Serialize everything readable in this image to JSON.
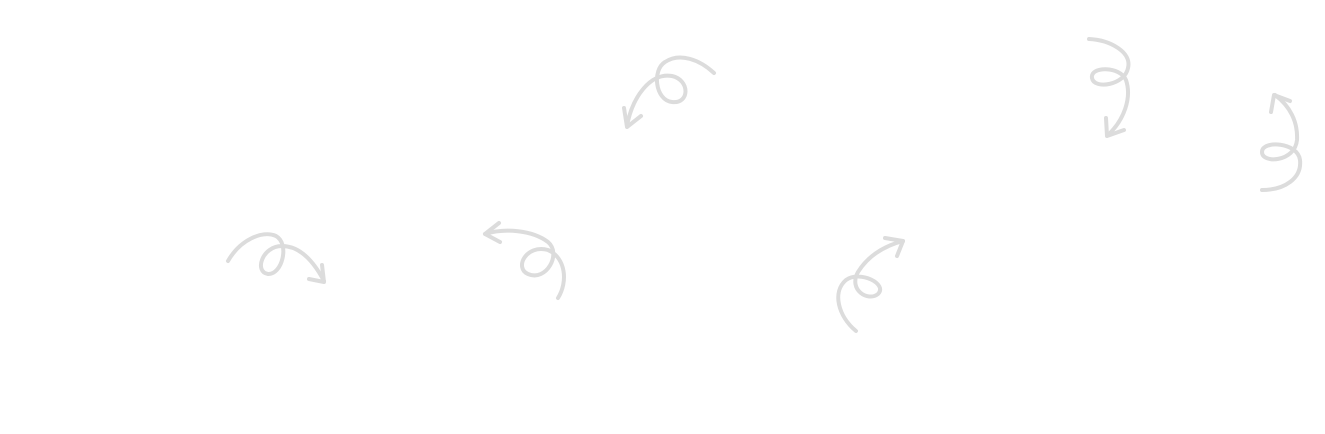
{
  "canvas": {
    "background": "#ffffff",
    "stroke_color": "#dcdcdc"
  },
  "arrows": [
    {
      "name": "loop-arrow-1",
      "icon": "curly-loop-arrow-icon",
      "direction": "down-left"
    },
    {
      "name": "loop-arrow-2",
      "icon": "curly-loop-arrow-icon",
      "direction": "down"
    },
    {
      "name": "loop-arrow-3",
      "icon": "curly-loop-arrow-icon",
      "direction": "up"
    },
    {
      "name": "loop-arrow-4",
      "icon": "curly-loop-arrow-icon",
      "direction": "down-right"
    },
    {
      "name": "loop-arrow-5",
      "icon": "curly-loop-arrow-icon",
      "direction": "left"
    },
    {
      "name": "loop-arrow-6",
      "icon": "curly-loop-arrow-icon",
      "direction": "up-right"
    }
  ]
}
